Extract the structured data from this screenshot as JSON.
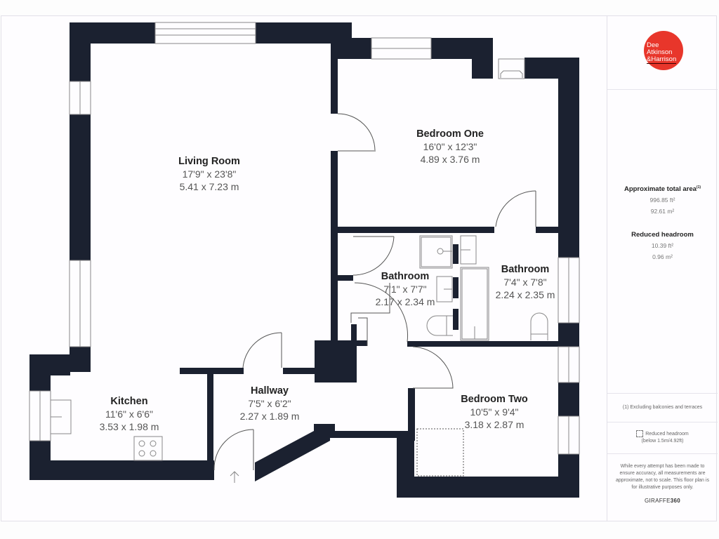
{
  "brand": {
    "logo_line1": "Dee",
    "logo_line2": "Atkinson",
    "logo_line3": "&Harrison",
    "logo_color": "#e8362b"
  },
  "summary": {
    "total_title": "Approximate total area",
    "total_sup": "(1)",
    "total_ft": "996.85 ft²",
    "total_m": "92.61 m²",
    "reduced_title": "Reduced headroom",
    "reduced_ft": "10.39 ft²",
    "reduced_m": "0.96 m²"
  },
  "notes": {
    "footnote": "(1) Excluding balconies and terraces",
    "legend_line1": "Reduced headroom",
    "legend_line2": "(below 1.5m/4.92ft)",
    "disclaimer": "While every attempt has been made to ensure accuracy, all measurements are approximate, not to scale. This floor plan is for illustrative purposes only.",
    "credit_light": "GIRAFFE",
    "credit_bold": "360"
  },
  "rooms": [
    {
      "name": "Living Room",
      "imperial": "17'9\" x 23'8\"",
      "metric": "5.41 x 7.23 m"
    },
    {
      "name": "Bedroom One",
      "imperial": "16'0\" x 12'3\"",
      "metric": "4.89 x 3.76 m"
    },
    {
      "name": "Bathroom",
      "imperial": "7'1\" x 7'7\"",
      "metric": "2.17 x 2.34 m"
    },
    {
      "name": "Bathroom",
      "imperial": "7'4\" x 7'8\"",
      "metric": "2.24 x 2.35 m"
    },
    {
      "name": "Kitchen",
      "imperial": "11'6\" x 6'6\"",
      "metric": "3.53 x 1.98 m"
    },
    {
      "name": "Hallway",
      "imperial": "7'5\" x 6'2\"",
      "metric": "2.27 x 1.89 m"
    },
    {
      "name": "Bedroom Two",
      "imperial": "10'5\" x 9'4\"",
      "metric": "3.18 x 2.87 m"
    }
  ],
  "colors": {
    "wall": "#1b2130",
    "line": "#888888"
  }
}
